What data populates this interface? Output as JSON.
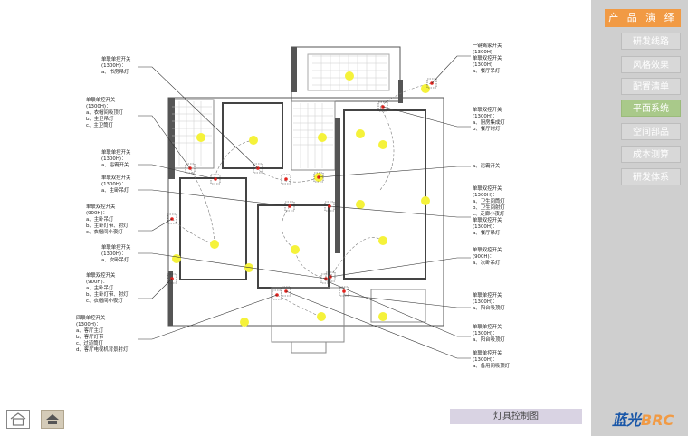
{
  "sidebar": {
    "title": "产 品 演 绎",
    "items": [
      {
        "label": "研发线路",
        "selected": false
      },
      {
        "label": "风格效果",
        "selected": false
      },
      {
        "label": "配置清单",
        "selected": false
      },
      {
        "label": "平面系统",
        "selected": true
      },
      {
        "label": "空间部品",
        "selected": false
      },
      {
        "label": "成本测算",
        "selected": false
      },
      {
        "label": "研发体系",
        "selected": false
      }
    ],
    "brand_main": "蓝光",
    "brand_accent": "BRC"
  },
  "caption": "灯具控制图",
  "nav": {
    "home_icon": "home-icon",
    "up_icon": "up-arrow-icon"
  },
  "colors": {
    "accent": "#f19a44",
    "selected": "#a9c98a",
    "lamp": "#f5f23a",
    "switch": "#e3211c",
    "brand": "#1a57a8"
  },
  "left_labels": [
    [
      "单联单控开关",
      "(1300H)：",
      "a、书房吊灯"
    ],
    [
      "单联单控开关",
      "(1300H)：",
      "a、衣帽间吸顶灯",
      "b、主卫吊灯",
      "c、主卫筒灯"
    ],
    [
      "单联单控开关",
      "(1300H)：",
      "a、浴霸开关"
    ],
    [
      "单联双控开关",
      "(1300H)：",
      "a、主卧吊灯"
    ],
    [
      "单联双控开关",
      "(900H)：",
      "a、主卧吊灯",
      "b、主卧灯带、射灯",
      "c、衣帽间小夜灯"
    ],
    [
      "单联单控开关",
      "(1300H)：",
      "a、次卧吊灯"
    ],
    [
      "单联双控开关",
      "(900H)：",
      "a、主卧吊灯",
      "b、主卧灯带、射灯",
      "c、衣帽间小夜灯"
    ],
    [
      "四联单控开关",
      "(1300H)：",
      "a、客厅主灯",
      "b、客厅灯带",
      "c、过道筒灯",
      "d、客厅电视机背景射灯"
    ]
  ],
  "right_labels": [
    [
      "一键离家开关",
      "(1300H)",
      "单联双控开关",
      "(1300H)",
      "a、餐厅吊灯"
    ],
    [
      "单联双控开关",
      "(1300H)：",
      "a、厨房集成灯",
      "b、餐厅射灯"
    ],
    [
      "a、浴霸开关"
    ],
    [
      "单联双控开关",
      "(1300H)：",
      "a、卫生间筒灯",
      "b、卫生间射灯",
      "c、走廊小夜灯",
      "单联双控开关",
      "(1300H)：",
      "a、餐厅吊灯"
    ],
    [
      "单联双控开关",
      "(900H)：",
      "a、次卧吊灯"
    ],
    [
      "单联单控开关",
      "(1300H)：",
      "a、阳台吸顶灯"
    ],
    [
      "单联单控开关",
      "(1300H)：",
      "a、阳台吸顶灯"
    ],
    [
      "单联单控开关",
      "(1300H)：",
      "a、备用间吸顶灯"
    ]
  ]
}
